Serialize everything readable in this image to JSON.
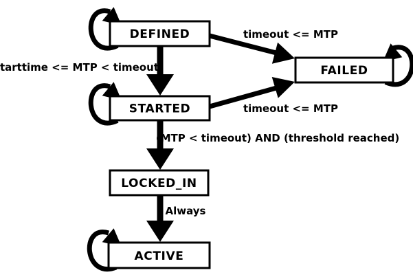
{
  "diagram": {
    "type": "state-machine",
    "background_color": "#ffffff",
    "line_color": "#000000",
    "nodes": [
      {
        "id": "defined",
        "label": "DEFINED",
        "self_loop": true
      },
      {
        "id": "failed",
        "label": "FAILED",
        "self_loop": true
      },
      {
        "id": "started",
        "label": "STARTED",
        "self_loop": true
      },
      {
        "id": "locked_in",
        "label": "LOCKED_IN",
        "self_loop": false
      },
      {
        "id": "active",
        "label": "ACTIVE",
        "self_loop": true
      }
    ],
    "edges": [
      {
        "from": "defined",
        "to": "failed",
        "label": "timeout <= MTP"
      },
      {
        "from": "defined",
        "to": "started",
        "label": "starttime <= MTP < timeout"
      },
      {
        "from": "started",
        "to": "failed",
        "label": "timeout <= MTP"
      },
      {
        "from": "started",
        "to": "locked_in",
        "label": "(MTP < timeout) AND (threshold reached)"
      },
      {
        "from": "locked_in",
        "to": "active",
        "label": "Always"
      },
      {
        "from": "defined",
        "to": "defined",
        "label": ""
      },
      {
        "from": "failed",
        "to": "failed",
        "label": ""
      },
      {
        "from": "started",
        "to": "started",
        "label": ""
      },
      {
        "from": "active",
        "to": "active",
        "label": ""
      }
    ]
  }
}
